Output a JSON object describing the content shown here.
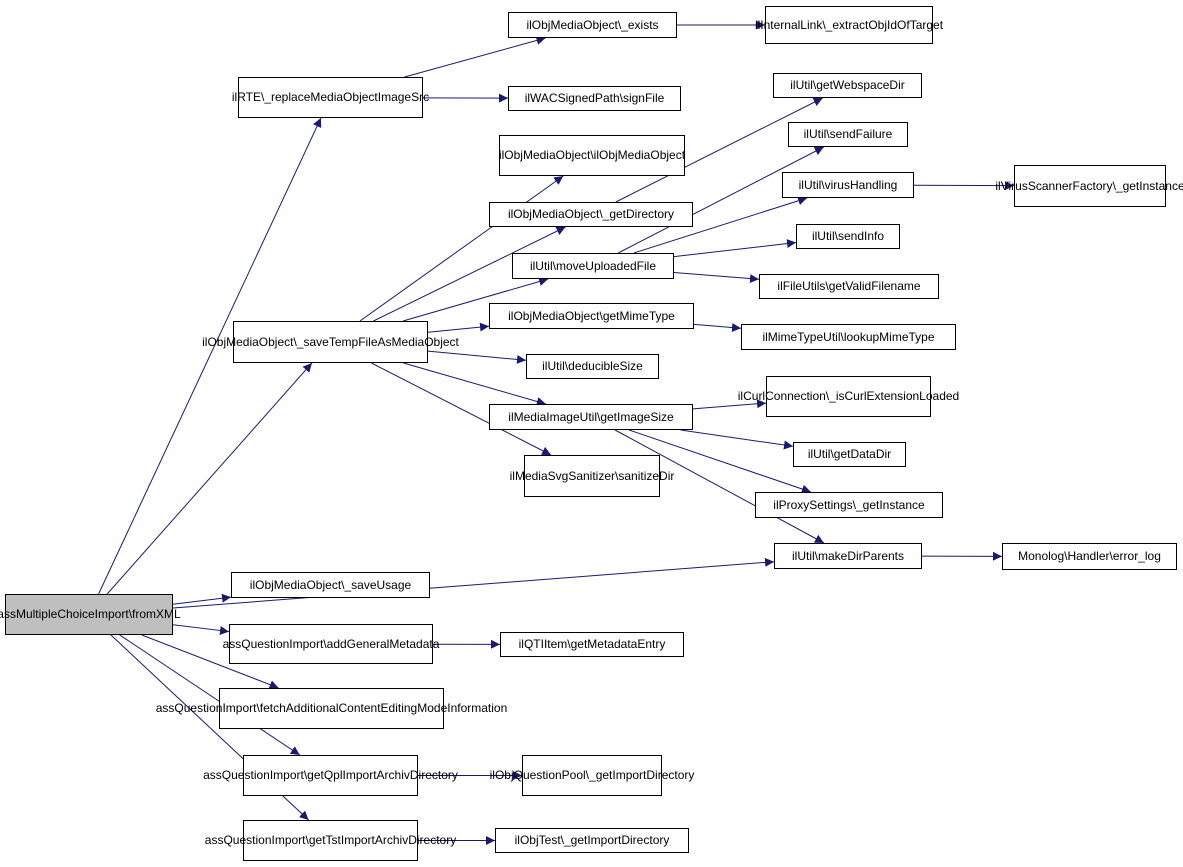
{
  "colors": {
    "edge": "#191970",
    "node_border": "#000000",
    "node_fill": "#ffffff",
    "root_fill": "#bfbfbf"
  },
  "nodes": {
    "n0": {
      "lines": [
        "assMultipleChoiceImport",
        "\\fromXML"
      ]
    },
    "n1": {
      "lines": [
        "ilRTE\\_replaceMediaObject",
        "ImageSrc"
      ]
    },
    "n2": {
      "lines": [
        "ilObjMediaObject\\_exists"
      ]
    },
    "n3": {
      "lines": [
        "ilInternalLink\\_extractObj",
        "IdOfTarget"
      ]
    },
    "n4": {
      "lines": [
        "ilWACSignedPath\\signFile"
      ]
    },
    "n5": {
      "lines": [
        "ilObjMediaObject\\_saveTemp",
        "FileAsMediaObject"
      ]
    },
    "n6": {
      "lines": [
        "ilObjMediaObject\\ilObjMedia",
        "Object"
      ]
    },
    "n7": {
      "lines": [
        "ilObjMediaObject\\_getDirectory"
      ]
    },
    "n8": {
      "lines": [
        "ilUtil\\getWebspaceDir"
      ]
    },
    "n9": {
      "lines": [
        "ilUtil\\moveUploadedFile"
      ]
    },
    "n10": {
      "lines": [
        "ilUtil\\sendFailure"
      ]
    },
    "n11": {
      "lines": [
        "ilUtil\\virusHandling"
      ]
    },
    "n12": {
      "lines": [
        "ilVirusScannerFactory",
        "\\_getInstance"
      ]
    },
    "n13": {
      "lines": [
        "ilUtil\\sendInfo"
      ]
    },
    "n14": {
      "lines": [
        "ilFileUtils\\getValidFilename"
      ]
    },
    "n15": {
      "lines": [
        "ilObjMediaObject\\getMimeType"
      ]
    },
    "n16": {
      "lines": [
        "ilMimeTypeUtil\\lookupMimeType"
      ]
    },
    "n17": {
      "lines": [
        "ilUtil\\deducibleSize"
      ]
    },
    "n18": {
      "lines": [
        "ilMediaImageUtil\\getImageSize"
      ]
    },
    "n19": {
      "lines": [
        "ilCurlConnection\\_isCurl",
        "ExtensionLoaded"
      ]
    },
    "n20": {
      "lines": [
        "ilUtil\\getDataDir"
      ]
    },
    "n21": {
      "lines": [
        "ilProxySettings\\_getInstance"
      ]
    },
    "n22": {
      "lines": [
        "ilUtil\\makeDirParents"
      ]
    },
    "n23": {
      "lines": [
        "Monolog\\Handler\\error_log"
      ]
    },
    "n24": {
      "lines": [
        "ilMediaSvgSanitizer",
        "\\sanitizeDir"
      ]
    },
    "n25": {
      "lines": [
        "ilObjMediaObject\\_saveUsage"
      ]
    },
    "n26": {
      "lines": [
        "assQuestionImport\\addGeneral",
        "Metadata"
      ]
    },
    "n27": {
      "lines": [
        "ilQTIItem\\getMetadataEntry"
      ]
    },
    "n28": {
      "lines": [
        "assQuestionImport\\fetchAdditional",
        "ContentEditingModeInformation"
      ]
    },
    "n29": {
      "lines": [
        "assQuestionImport\\getQpl",
        "ImportArchivDirectory"
      ]
    },
    "n30": {
      "lines": [
        "ilObjQuestionPool\\",
        "_getImportDirectory"
      ]
    },
    "n31": {
      "lines": [
        "assQuestionImport\\getTst",
        "ImportArchivDirectory"
      ]
    },
    "n32": {
      "lines": [
        "ilObjTest\\_getImportDirectory"
      ]
    }
  },
  "edges": [
    [
      "n0",
      "n1"
    ],
    [
      "n0",
      "n5"
    ],
    [
      "n0",
      "n22"
    ],
    [
      "n0",
      "n25"
    ],
    [
      "n0",
      "n26"
    ],
    [
      "n0",
      "n28"
    ],
    [
      "n0",
      "n29"
    ],
    [
      "n0",
      "n31"
    ],
    [
      "n1",
      "n2"
    ],
    [
      "n1",
      "n4"
    ],
    [
      "n2",
      "n3"
    ],
    [
      "n5",
      "n6"
    ],
    [
      "n5",
      "n7"
    ],
    [
      "n5",
      "n9"
    ],
    [
      "n5",
      "n15"
    ],
    [
      "n5",
      "n17"
    ],
    [
      "n5",
      "n18"
    ],
    [
      "n5",
      "n24"
    ],
    [
      "n7",
      "n8"
    ],
    [
      "n9",
      "n10"
    ],
    [
      "n9",
      "n11"
    ],
    [
      "n9",
      "n13"
    ],
    [
      "n9",
      "n14"
    ],
    [
      "n11",
      "n12"
    ],
    [
      "n15",
      "n16"
    ],
    [
      "n18",
      "n19"
    ],
    [
      "n18",
      "n20"
    ],
    [
      "n18",
      "n21"
    ],
    [
      "n18",
      "n22"
    ],
    [
      "n22",
      "n23"
    ],
    [
      "n26",
      "n27"
    ],
    [
      "n29",
      "n30"
    ],
    [
      "n31",
      "n32"
    ]
  ]
}
